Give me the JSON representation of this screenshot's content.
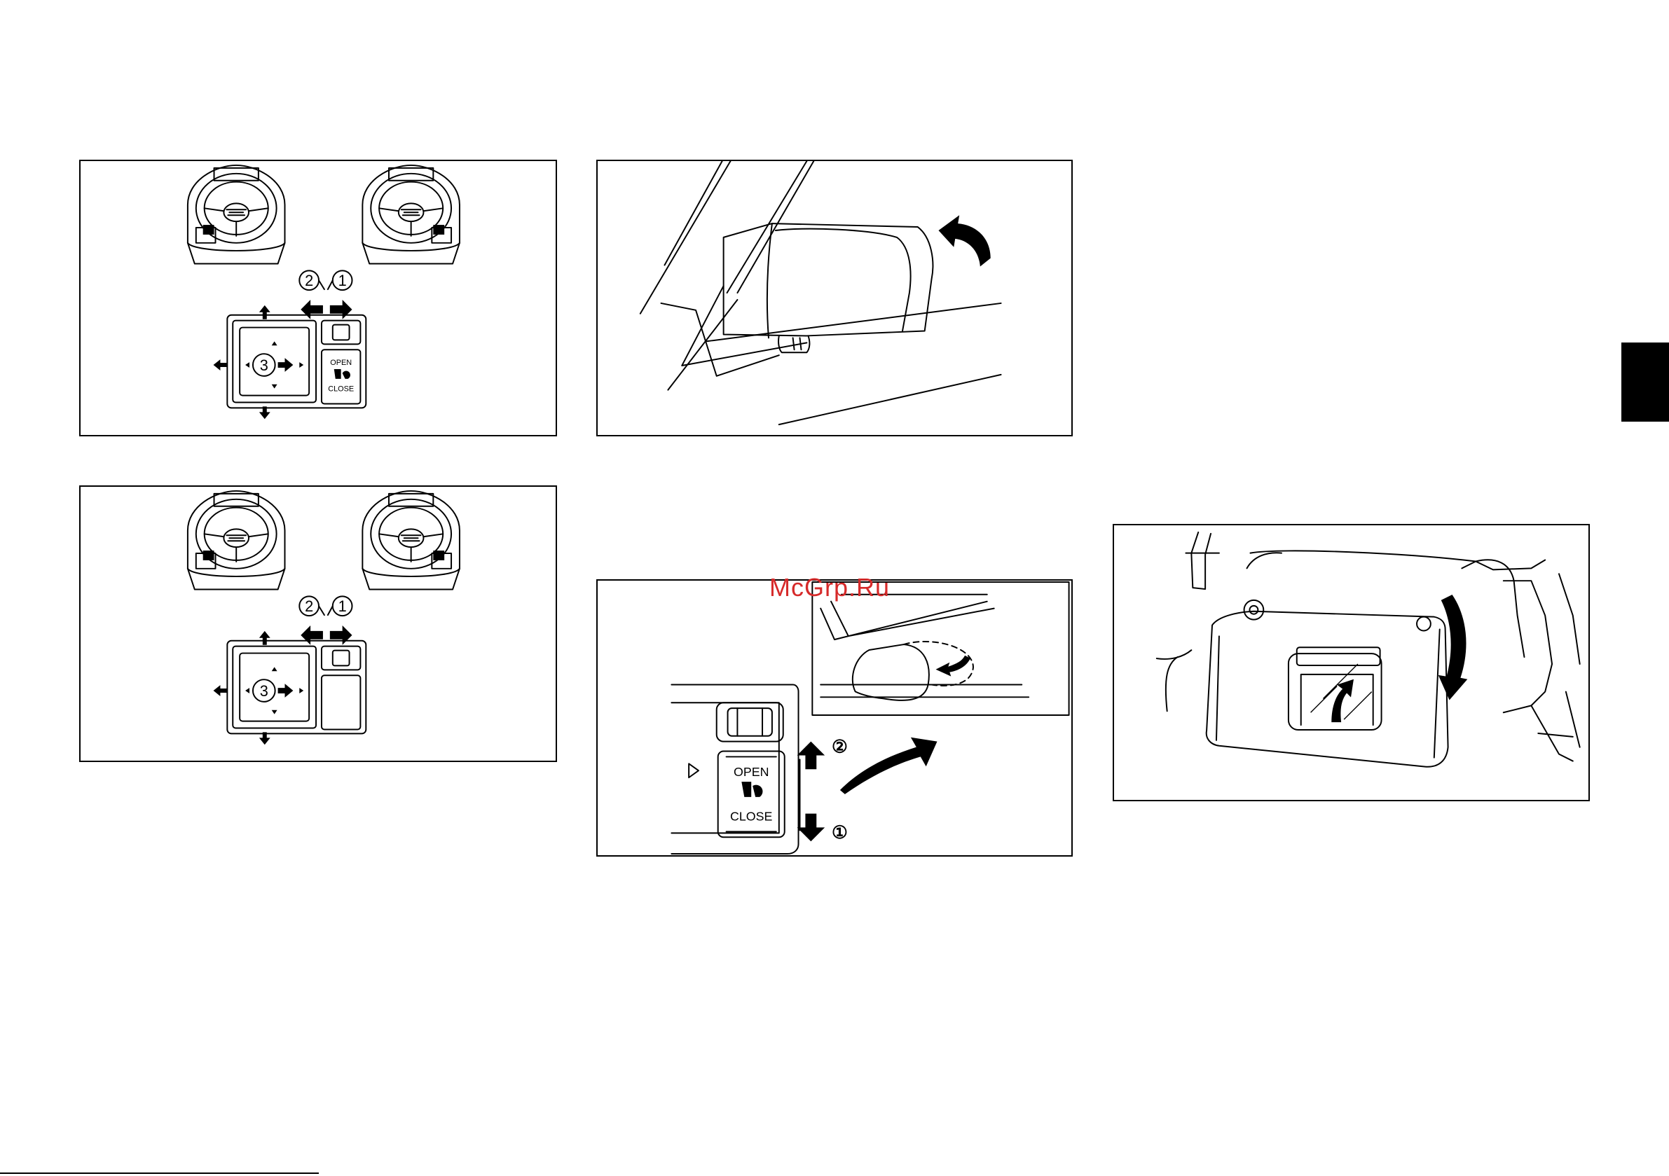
{
  "watermark": {
    "text": "McGrp.Ru",
    "color": "#d62a2a"
  },
  "figures": {
    "mirror_control_a": {
      "callouts": [
        "2",
        "1",
        "3"
      ],
      "switch_open_label": "OPEN",
      "switch_close_label": "CLOSE"
    },
    "mirror_control_b": {
      "callouts": [
        "2",
        "1",
        "3"
      ]
    },
    "mirror_fold": {},
    "auto_fold": {
      "switch_open_label": "OPEN",
      "switch_close_label": "CLOSE",
      "callouts": [
        "②",
        "①"
      ]
    },
    "sun_visor": {}
  },
  "icons": [
    "arrow-icon",
    "steering-wheel-icon",
    "fold-icon",
    "triangle-right-icon"
  ]
}
